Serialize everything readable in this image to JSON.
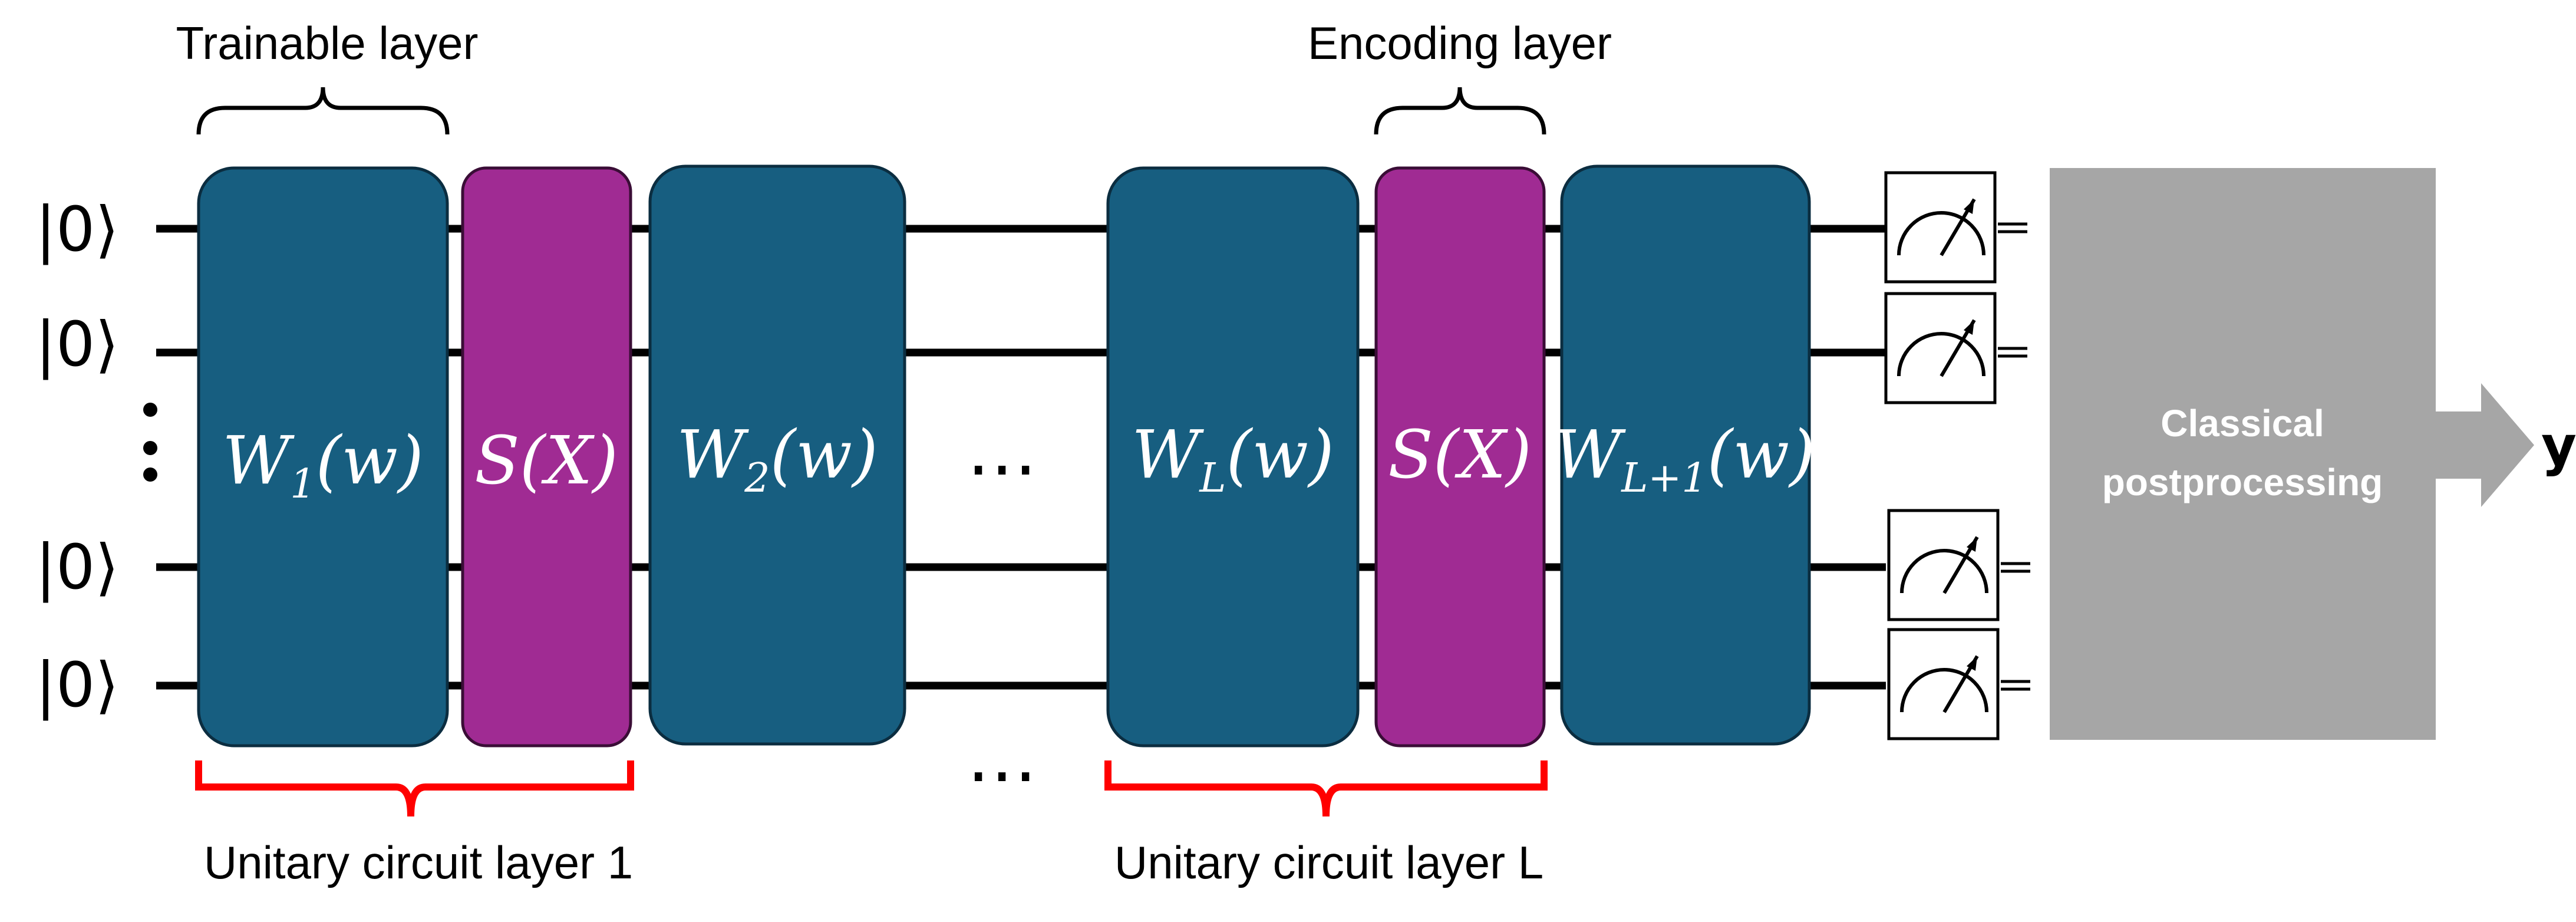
{
  "labels": {
    "trainable_layer": "Trainable layer",
    "encoding_layer": "Encoding layer",
    "unitary_layer_1": "Unitary circuit layer 1",
    "unitary_layer_L": "Unitary circuit layer L",
    "classical_line1": "Classical",
    "classical_line2": "postprocessing",
    "output": "y",
    "ellipsis": "⋯",
    "vertical_ellipsis": "⋮"
  },
  "qubits": [
    "|0⟩",
    "|0⟩",
    "|0⟩",
    "|0⟩"
  ],
  "gates": {
    "w1": {
      "main": "W",
      "sub": "1",
      "arg": "(w)"
    },
    "s1": {
      "main": "S(X)"
    },
    "w2": {
      "main": "W",
      "sub": "2",
      "arg": "(w)"
    },
    "wL": {
      "main": "W",
      "sub": "L",
      "arg": "(w)"
    },
    "s2": {
      "main": "S(X)"
    },
    "wL1": {
      "main": "W",
      "sub": "L+1",
      "arg": "(w)"
    }
  },
  "colors": {
    "trainable_gate": "#175e80",
    "encoding_gate": "#a02b93",
    "classical_box": "#a6a6a6",
    "bracket_red": "#ff0000",
    "wire": "#000000"
  }
}
